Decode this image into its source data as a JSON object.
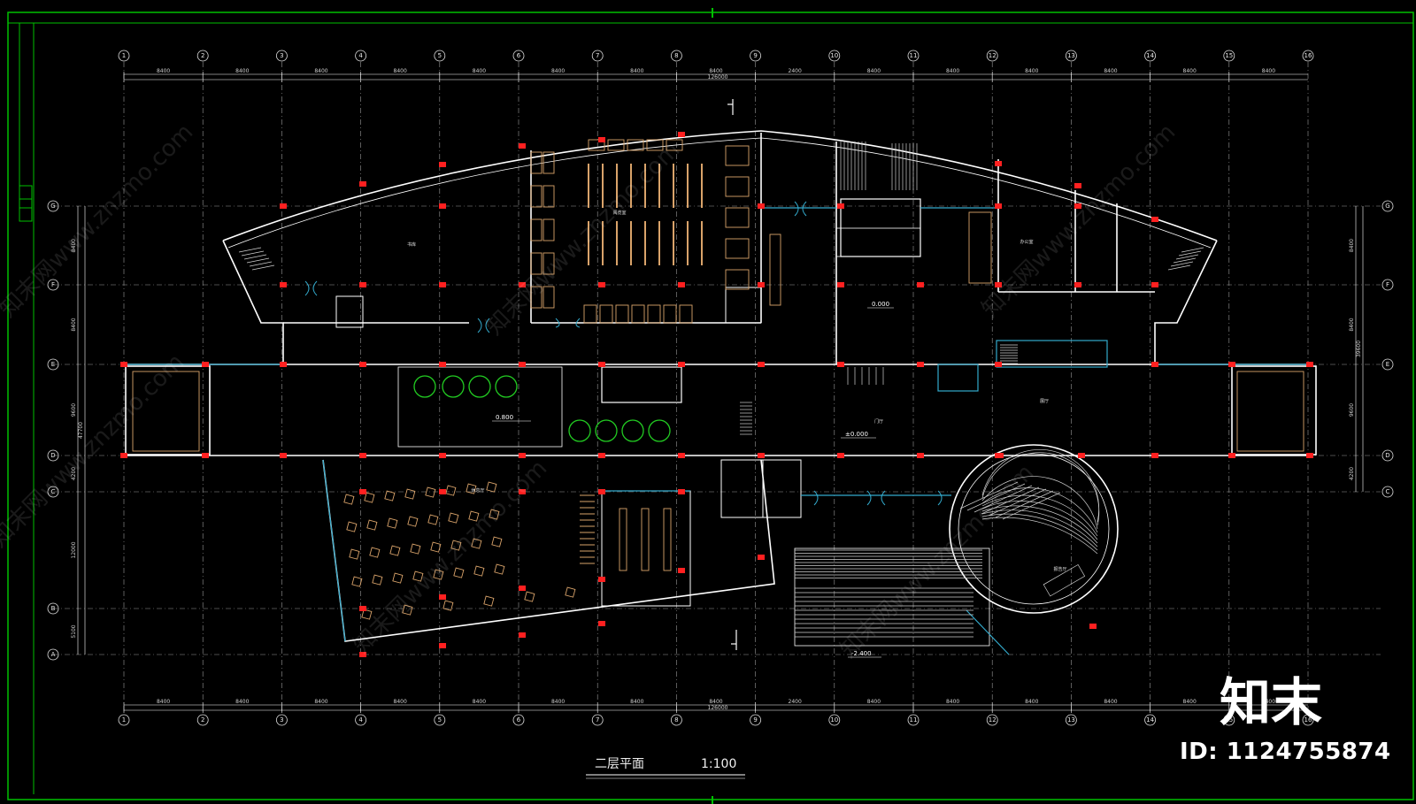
{
  "drawing": {
    "title": "二层平面",
    "scale": "1:100",
    "column_axes": [
      "1",
      "2",
      "3",
      "4",
      "5",
      "6",
      "7",
      "8",
      "9",
      "10",
      "11",
      "12",
      "13",
      "14",
      "15",
      "16"
    ],
    "row_axes": [
      "G",
      "F",
      "E",
      "D",
      "C",
      "B",
      "A"
    ],
    "bay_dimension": "8400",
    "center_bay_dimension": "2400",
    "total_dimension": "126000",
    "row_dimensions": [
      "8400",
      "8400",
      "9600",
      "4200",
      "12000",
      "5100"
    ],
    "row_total": "47700",
    "right_row_dimensions": [
      "8400",
      "8400",
      "9600",
      "4200"
    ],
    "right_row_total": "39600",
    "elevations": [
      "0.800",
      "0.000",
      "±0.000",
      "0.800",
      "-2.400"
    ],
    "room_labels": [
      "书库",
      "阅览室",
      "报告厅",
      "门厅",
      "卫生间",
      "办公室",
      "休息厅",
      "展厅"
    ]
  },
  "branding": {
    "logo_text": "知末",
    "id_label": "ID: 1124755874",
    "watermark_text": "知末网www.znzmo.com"
  },
  "colors": {
    "background": "#000000",
    "frame": "#00cc00",
    "grid": "#bdbdbd",
    "wall": "#ffffff",
    "column": "#ff2020",
    "glass": "#33aacc",
    "furniture": "#d9a36a",
    "tree": "#22cc22"
  }
}
